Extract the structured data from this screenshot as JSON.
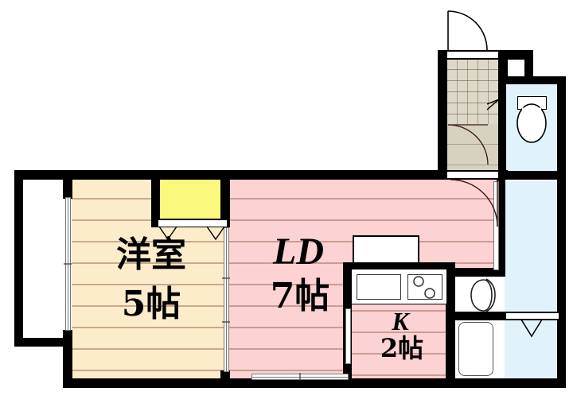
{
  "plan": {
    "type": "floor-plan",
    "layout_name": "1LDK",
    "unit_system": "jo (Japanese tatami mat)",
    "background": "#ffffff",
    "wall_color": "#000000"
  },
  "colors": {
    "living_dining_fill": "#fcd2d2",
    "bedroom_fill": "#fdecca",
    "closet_fill": "#fbf87e",
    "kitchen_fill": "#fcd2d2",
    "bath_fill": "#e0f2fa",
    "toilet_fill": "#e0f2fa",
    "entry_tile": "#ddd8c8",
    "hall_fill": "#d6d2bf",
    "wall": "#000000",
    "floor_line": "#8c5a46"
  },
  "rooms": [
    {
      "id": "bedroom",
      "label_main": "洋室",
      "label_size": "5帖",
      "fill": "#fdecca",
      "area_jo": 5,
      "kind": "western-room"
    },
    {
      "id": "living-dining",
      "label_main": "LD",
      "label_size": "7帖",
      "fill": "#fcd2d2",
      "area_jo": 7,
      "kind": "living-dining"
    },
    {
      "id": "kitchen",
      "label_main": "K",
      "label_size": "2帖",
      "fill": "#fcd2d2",
      "area_jo": 2,
      "kind": "kitchen"
    },
    {
      "id": "toilet",
      "label_main": "",
      "label_size": "",
      "fill": "#e0f2fa",
      "kind": "toilet"
    },
    {
      "id": "bathroom",
      "label_main": "",
      "label_size": "",
      "fill": "#e0f2fa",
      "kind": "bath-unit"
    },
    {
      "id": "entry",
      "label_main": "",
      "label_size": "",
      "fill": "#ddd8c8",
      "kind": "genkan-entry"
    },
    {
      "id": "balcony",
      "label_main": "",
      "label_size": "",
      "fill": "#ffffff",
      "kind": "balcony"
    }
  ],
  "fixtures": [
    {
      "id": "closet",
      "name": "closet"
    },
    {
      "id": "sink",
      "name": "kitchen-sink"
    },
    {
      "id": "stove",
      "name": "gas-stove-two-burner"
    },
    {
      "id": "fridge-space",
      "name": "refrigerator-space"
    },
    {
      "id": "toilet-bowl",
      "name": "toilet-bowl"
    },
    {
      "id": "washbasin",
      "name": "washbasin"
    },
    {
      "id": "bathtub",
      "name": "bathtub"
    }
  ],
  "doors": [
    {
      "id": "entrance-door",
      "name": "entrance-door",
      "swing": "out"
    },
    {
      "id": "entry-hall-door",
      "name": "hall-to-ld-door",
      "swing": "in"
    },
    {
      "id": "toilet-door",
      "name": "toilet-door",
      "swing": "in"
    },
    {
      "id": "closet-doors",
      "name": "closet-folding-doors"
    },
    {
      "id": "bath-door",
      "name": "bathroom-folding-door"
    },
    {
      "id": "bedroom-door",
      "name": "bedroom-sliding-door"
    },
    {
      "id": "kitchen-door",
      "name": "kitchen-sliding-door"
    }
  ],
  "windows": [
    {
      "id": "balcony-window",
      "name": "balcony-sliding-window"
    },
    {
      "id": "ld-window",
      "name": "ld-south-window"
    }
  ]
}
